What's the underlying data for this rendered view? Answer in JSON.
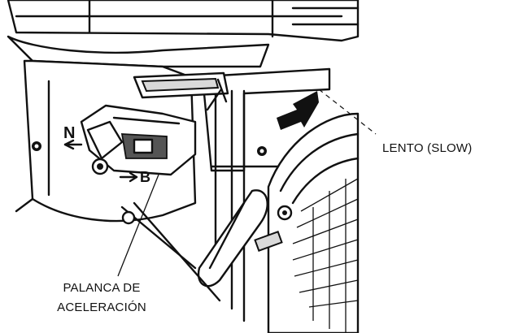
{
  "labels": {
    "slow": "LENTO (SLOW)",
    "throttle_line1": "PALANCA DE",
    "throttle_line2": "ACELERACIÓN"
  },
  "engraved_marks": {
    "n_mark": "N",
    "b_mark": "B"
  },
  "colors": {
    "ink": "#111111",
    "background": "#ffffff"
  }
}
